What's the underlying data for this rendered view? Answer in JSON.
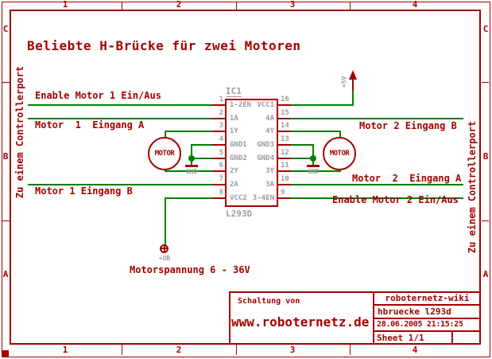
{
  "colors": {
    "symbol_red": "#a40000",
    "net_green": "#008000",
    "muted_gray": "#9b9b9b",
    "background": "#ffffff"
  },
  "title": "Beliebte H-Brücke für zwei Motoren",
  "frame": {
    "columns_top": [
      "1",
      "2",
      "3",
      "4"
    ],
    "columns_bottom": [
      "1",
      "2",
      "3",
      "4"
    ],
    "rows_left": [
      "C",
      "B",
      "A"
    ],
    "rows_right": [
      "C",
      "B",
      "A"
    ]
  },
  "side_labels": {
    "left": "Zu einem Controllerport",
    "right": "Zu einem Controllerport"
  },
  "net_labels": {
    "enable1": "Enable Motor 1 Ein/Aus",
    "motor1_a": "Motor  1  Eingang A",
    "motor1_b": "Motor 1 Eingang B",
    "motor2_b": "Motor 2 Eingang B",
    "motor2_a": "Motor  2  Eingang A",
    "enable2": "Enable Motor 2 Ein/Aus",
    "supply_note": "Motorspannung 6 - 36V"
  },
  "ic": {
    "name": "IC1",
    "value": "L293D",
    "left_pins": [
      {
        "number": "1",
        "label": "1-2EN"
      },
      {
        "number": "2",
        "label": "1A"
      },
      {
        "number": "3",
        "label": "1Y"
      },
      {
        "number": "4",
        "label": "GND1"
      },
      {
        "number": "5",
        "label": "GND2"
      },
      {
        "number": "6",
        "label": "2Y"
      },
      {
        "number": "7",
        "label": "2A"
      },
      {
        "number": "8",
        "label": "VCC2"
      }
    ],
    "right_pins": [
      {
        "number": "16",
        "label": "VCC1"
      },
      {
        "number": "15",
        "label": "4A"
      },
      {
        "number": "14",
        "label": "4Y"
      },
      {
        "number": "13",
        "label": "GND3"
      },
      {
        "number": "12",
        "label": "GND4"
      },
      {
        "number": "11",
        "label": "3Y"
      },
      {
        "number": "10",
        "label": "3A"
      },
      {
        "number": "9",
        "label": "3-4EN"
      }
    ]
  },
  "motors": {
    "motor1": "MOTOR",
    "motor2": "MOTOR"
  },
  "supplies": {
    "plus5v": "+5V",
    "plus_ub": "+UB",
    "gnd_left": "GND",
    "gnd_right": "GND"
  },
  "title_block": {
    "credit_line1": "Schaltung von",
    "credit_line2": "www.roboternetz.de",
    "project": "roboternetz-wiki",
    "document": "hbruecke l293d",
    "datetime": "28.06.2005 21:15:25",
    "sheet": "Sheet 1/1"
  }
}
